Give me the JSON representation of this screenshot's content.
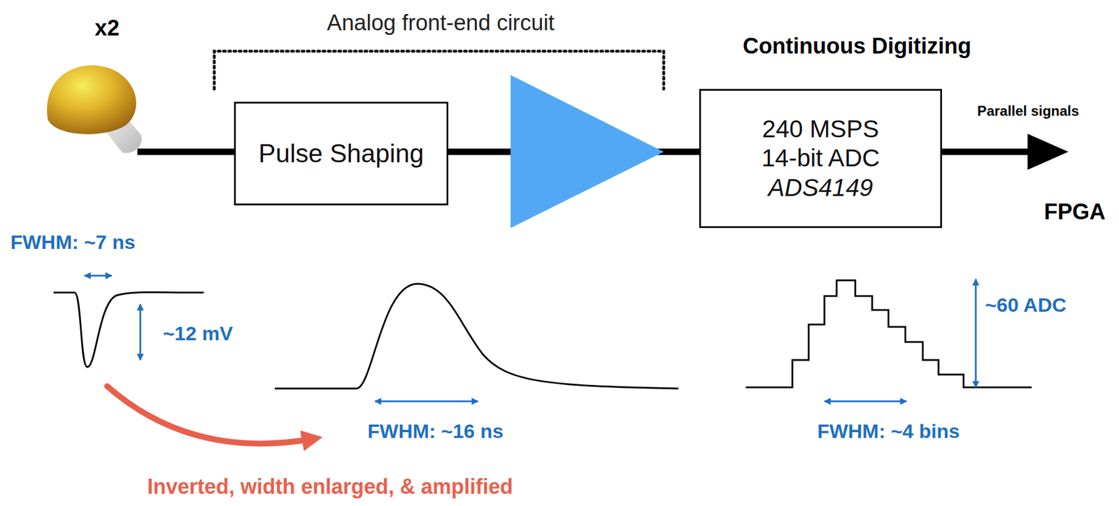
{
  "diagram": {
    "nodes": [
      {
        "text": [
          "Pulse Shaping"
        ]
      },
      {
        "text": [
          "240 MSPS",
          "14-bit ADC",
          "ADS4149"
        ]
      }
    ],
    "edges": [
      {
        "from": 0,
        "to": 1,
        "arrow": "none"
      }
    ],
    "labels": [
      "x2",
      "Analog front-end circuit",
      "Continuous Digitizing",
      "Parallel signals",
      "FPGA",
      "FWHM: ~7 ns",
      "~12 mV",
      "FWHM: ~16 ns",
      "FWHM: ~4 bins",
      "~60 ADC",
      "Inverted, width enlarged, & amplified"
    ]
  }
}
